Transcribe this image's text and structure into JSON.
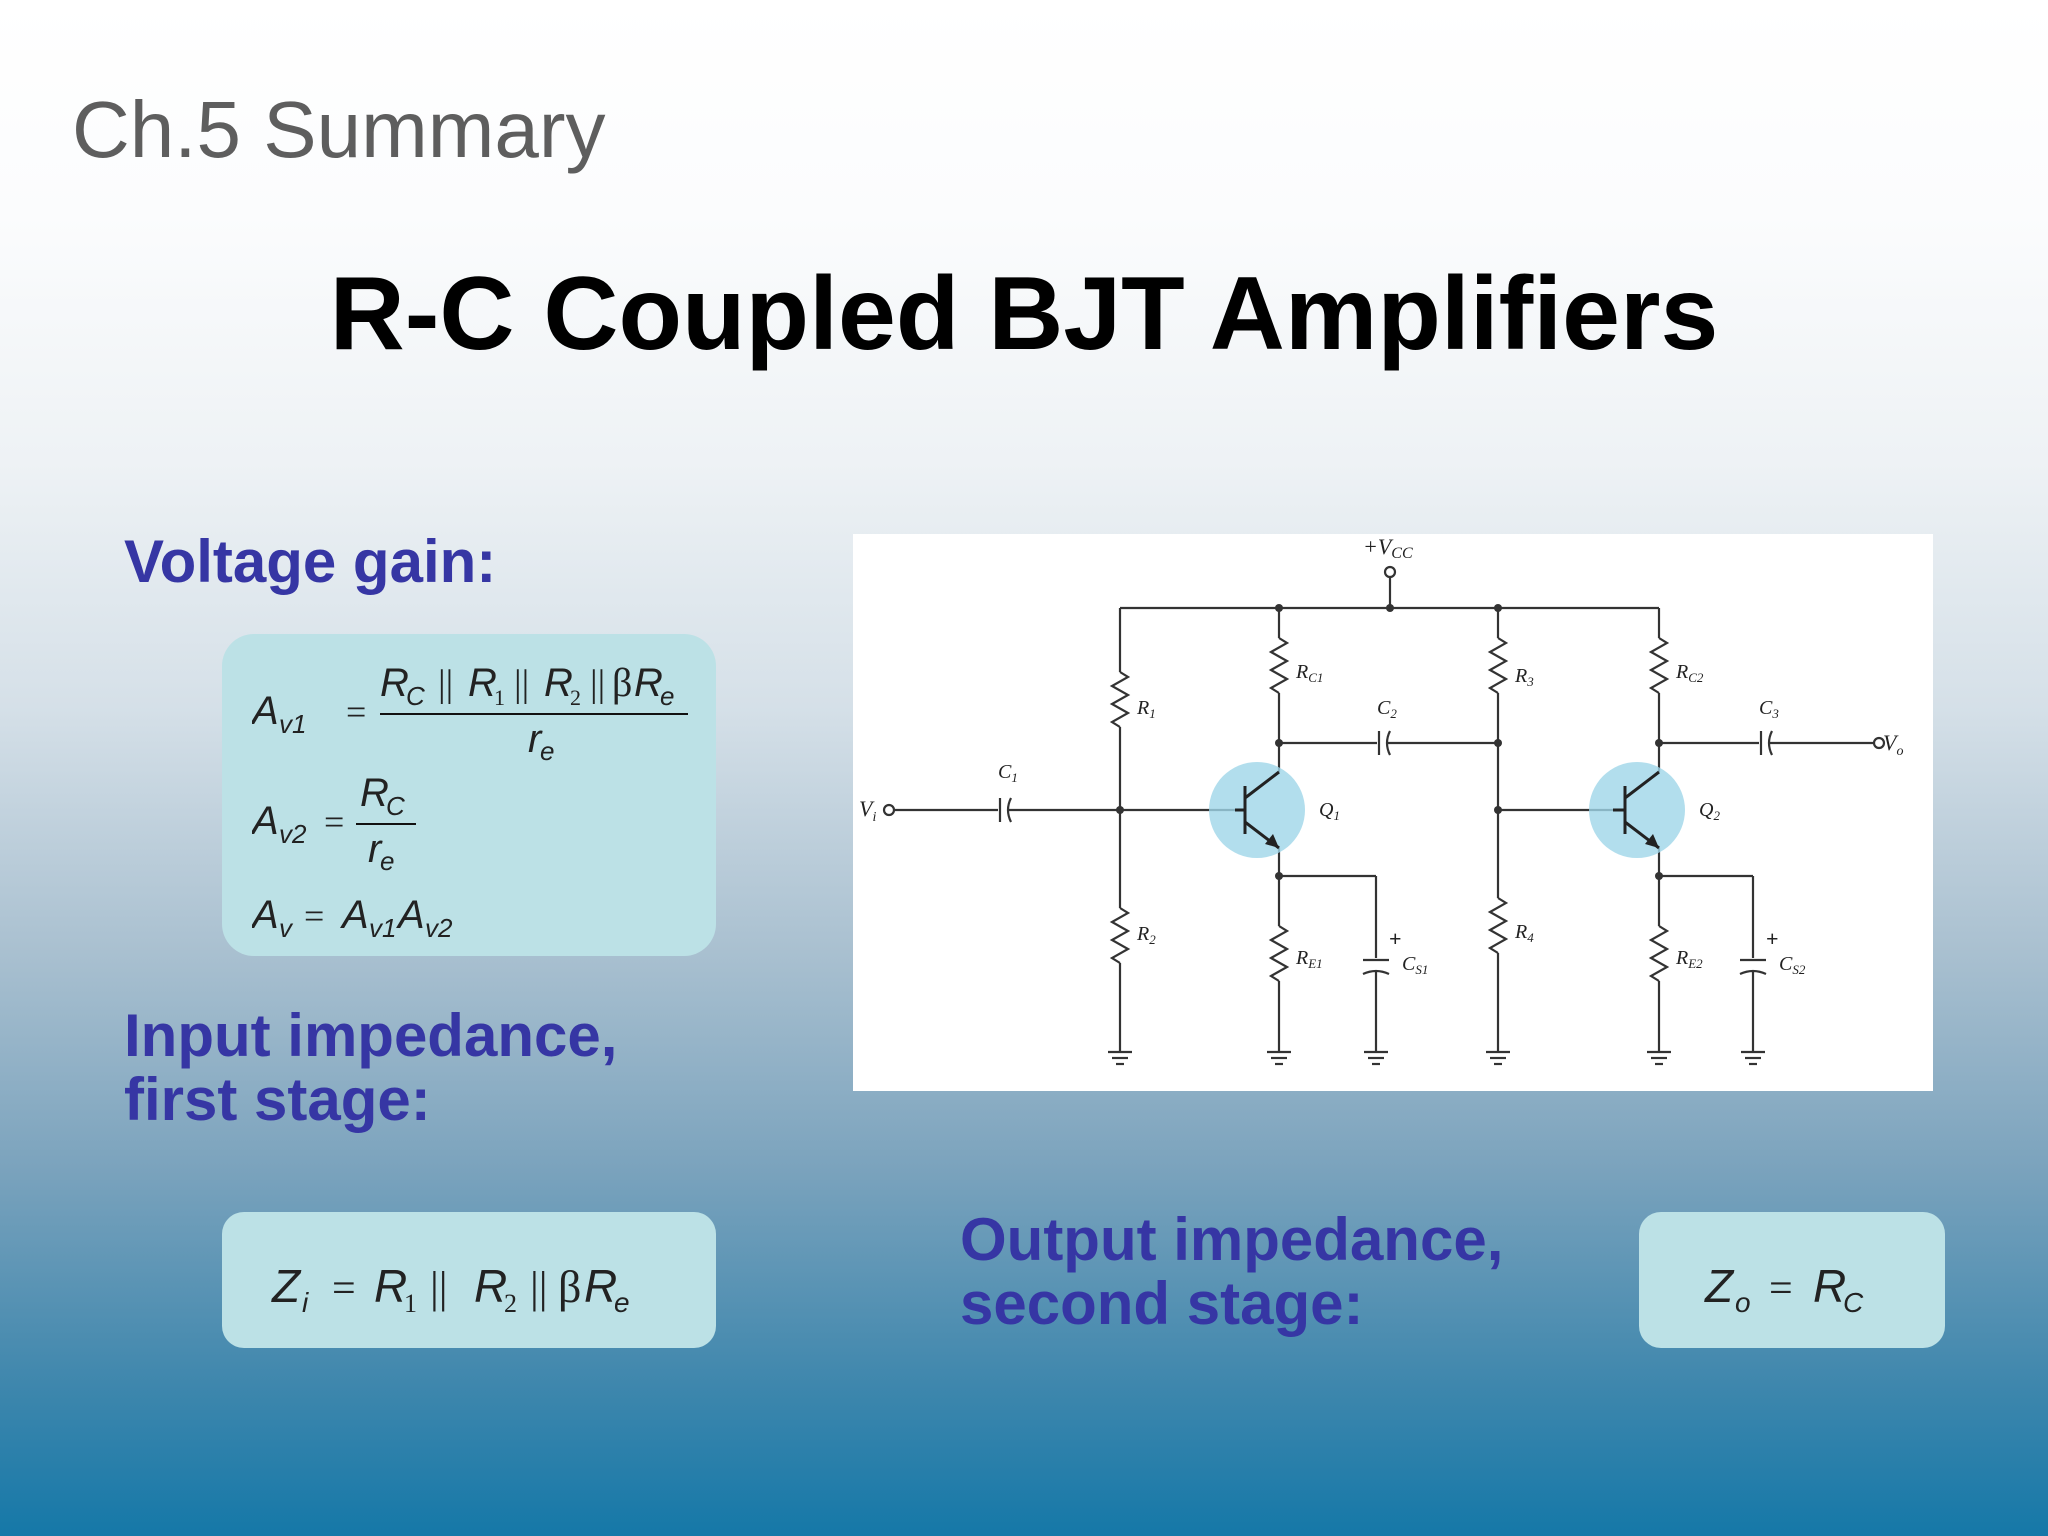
{
  "slide": {
    "chapter": "Ch.5 Summary",
    "title": "R-C Coupled BJT Amplifiers"
  },
  "voltage_gain": {
    "label": "Voltage gain:",
    "av1": {
      "lhs": "A",
      "lhs_sub": "v1",
      "numerator": "R_C || R_1 || R_2 || βR_e",
      "denominator": "r_e"
    },
    "av2": {
      "lhs": "A",
      "lhs_sub": "v2",
      "numerator": "R_C",
      "denominator": "r_e"
    },
    "av": {
      "text": "A_v = A_v1 A_v2"
    }
  },
  "input_impedance": {
    "label_line1": "Input impedance,",
    "label_line2": "first stage:",
    "formula": "Z_i = R_1 || R_2 || βR_e"
  },
  "output_impedance": {
    "label_line1": "Output impedance,",
    "label_line2": "second stage:",
    "formula": "Z_o = R_C"
  },
  "circuit": {
    "vcc": "+V",
    "vcc_sub": "CC",
    "vi": "V",
    "vi_sub": "i",
    "vo": "V",
    "vo_sub": "o",
    "labels": {
      "r1": "R",
      "r1_sub": "1",
      "r2": "R",
      "r2_sub": "2",
      "r3": "R",
      "r3_sub": "3",
      "r4": "R",
      "r4_sub": "4",
      "rc1": "R",
      "rc1_sub": "C1",
      "rc2": "R",
      "rc2_sub": "C2",
      "re1": "R",
      "re1_sub": "E1",
      "re2": "R",
      "re2_sub": "E2",
      "c1": "C",
      "c1_sub": "1",
      "c2": "C",
      "c2_sub": "2",
      "c3": "C",
      "c3_sub": "3",
      "cs1": "C",
      "cs1_sub": "S1",
      "cs2": "C",
      "cs2_sub": "S2",
      "q1": "Q",
      "q1_sub": "1",
      "q2": "Q",
      "q2_sub": "2",
      "plus": "+"
    }
  }
}
